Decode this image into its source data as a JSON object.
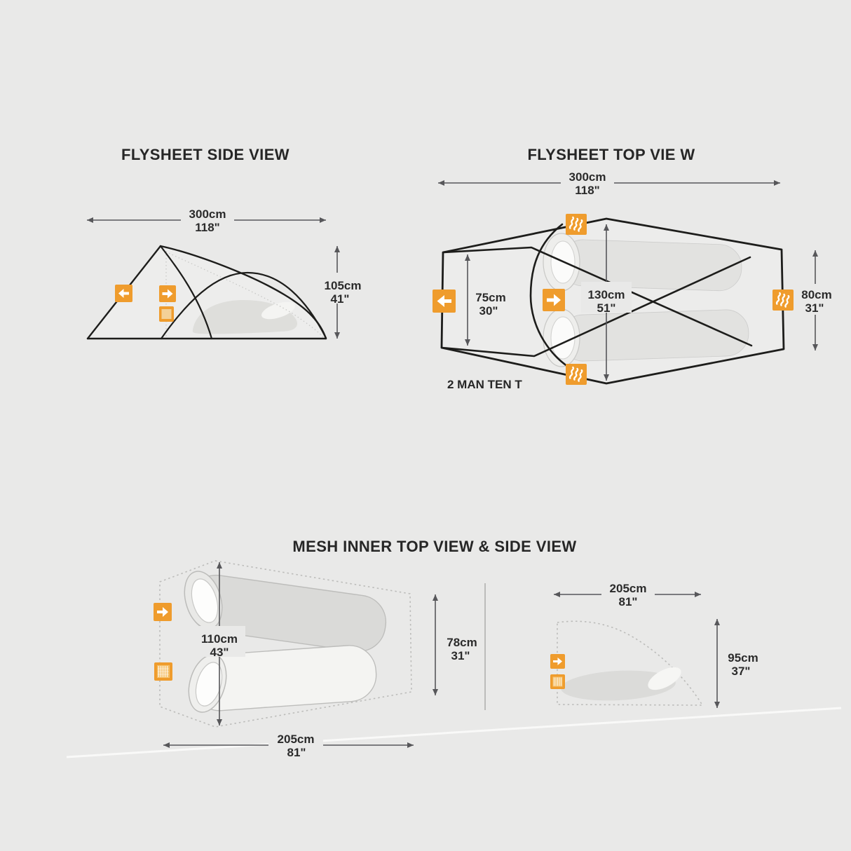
{
  "titles": {
    "side": "FLYSHEET SIDE VIEW",
    "top": "FLYSHEET TOP VIE W",
    "mesh": "MESH INNER TOP VIEW & SIDE VIEW",
    "tent_label": "2 MAN TEN T"
  },
  "side_view": {
    "width_cm": "300cm",
    "width_in": "118\"",
    "height_cm": "105cm",
    "height_in": "41\""
  },
  "top_view": {
    "length_cm": "300cm",
    "length_in": "118\"",
    "left_width_cm": "75cm",
    "left_width_in": "30\"",
    "center_width_cm": "130cm",
    "center_width_in": "51\"",
    "right_width_cm": "80cm",
    "right_width_in": "31\""
  },
  "mesh_inner_top": {
    "width_cm": "110cm",
    "width_in": "43\"",
    "height_cm": "78cm",
    "height_in": "31\"",
    "length_cm": "205cm",
    "length_in": "81\""
  },
  "mesh_inner_side": {
    "length_cm": "205cm",
    "length_in": "81\"",
    "height_cm": "95cm",
    "height_in": "37\""
  },
  "colors": {
    "accent_orange": "#EF9C2D",
    "line_black": "#1d1d1b",
    "dimension_gray": "#57575a",
    "background": "#e9e9e8"
  },
  "icons": {
    "door_left": "door-arrow-left-icon",
    "door_right": "door-arrow-right-icon",
    "vent": "vent-icon",
    "mesh_panel": "mesh-panel-icon",
    "window": "window-icon"
  }
}
